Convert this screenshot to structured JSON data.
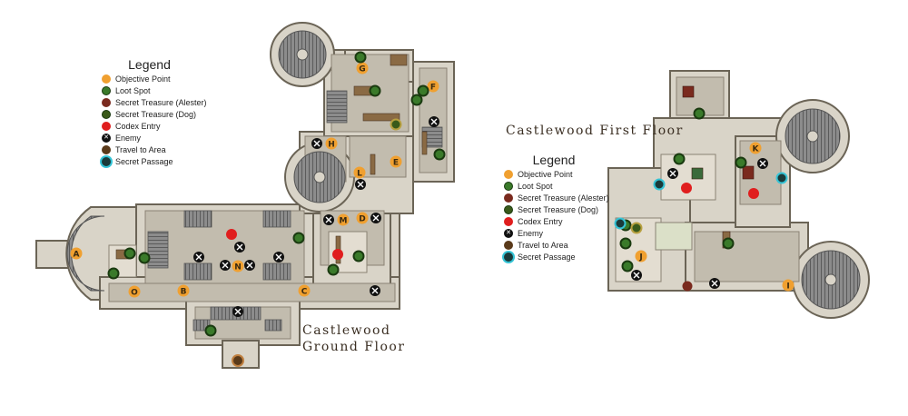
{
  "maps": [
    {
      "title_line1": "Castlewood",
      "title_line2": "Ground Floor",
      "legend": {
        "title": "Legend",
        "items": [
          {
            "label": "Objective Point",
            "icon": "objective-point-icon",
            "color": "#f0a030"
          },
          {
            "label": "Loot Spot",
            "icon": "loot-spot-icon",
            "color": "#3a7a2a"
          },
          {
            "label": "Secret Treasure (Alester)",
            "icon": "secret-treasure-alester-icon",
            "color": "#7a2a1e"
          },
          {
            "label": "Secret Treasure (Dog)",
            "icon": "secret-treasure-dog-icon",
            "color": "#3a5a1a"
          },
          {
            "label": "Codex Entry",
            "icon": "codex-entry-icon",
            "color": "#e01e1e"
          },
          {
            "label": "Enemy",
            "icon": "enemy-icon",
            "color": "#111111"
          },
          {
            "label": "Travel to Area",
            "icon": "travel-to-area-icon",
            "color": "#5a3a1a"
          },
          {
            "label": "Secret Passage",
            "icon": "secret-passage-icon",
            "color": "#35c4d6"
          }
        ]
      },
      "objective_letters": [
        "A",
        "B",
        "C",
        "D",
        "E",
        "F",
        "G",
        "H",
        "L",
        "M",
        "N",
        "O"
      ]
    },
    {
      "title": "Castlewood First Floor",
      "legend": {
        "title": "Legend",
        "items": [
          {
            "label": "Objective Point",
            "icon": "objective-point-icon",
            "color": "#f0a030"
          },
          {
            "label": "Loot Spot",
            "icon": "loot-spot-icon",
            "color": "#3a7a2a"
          },
          {
            "label": "Secret Treasure (Alester)",
            "icon": "secret-treasure-alester-icon",
            "color": "#7a2a1e"
          },
          {
            "label": "Secret Treasure (Dog)",
            "icon": "secret-treasure-dog-icon",
            "color": "#3a5a1a"
          },
          {
            "label": "Codex Entry",
            "icon": "codex-entry-icon",
            "color": "#e01e1e"
          },
          {
            "label": "Enemy",
            "icon": "enemy-icon",
            "color": "#111111"
          },
          {
            "label": "Travel to Area",
            "icon": "travel-to-area-icon",
            "color": "#5a3a1a"
          },
          {
            "label": "Secret Passage",
            "icon": "secret-passage-icon",
            "color": "#35c4d6"
          }
        ]
      },
      "objective_letters": [
        "I",
        "J",
        "K"
      ]
    }
  ]
}
